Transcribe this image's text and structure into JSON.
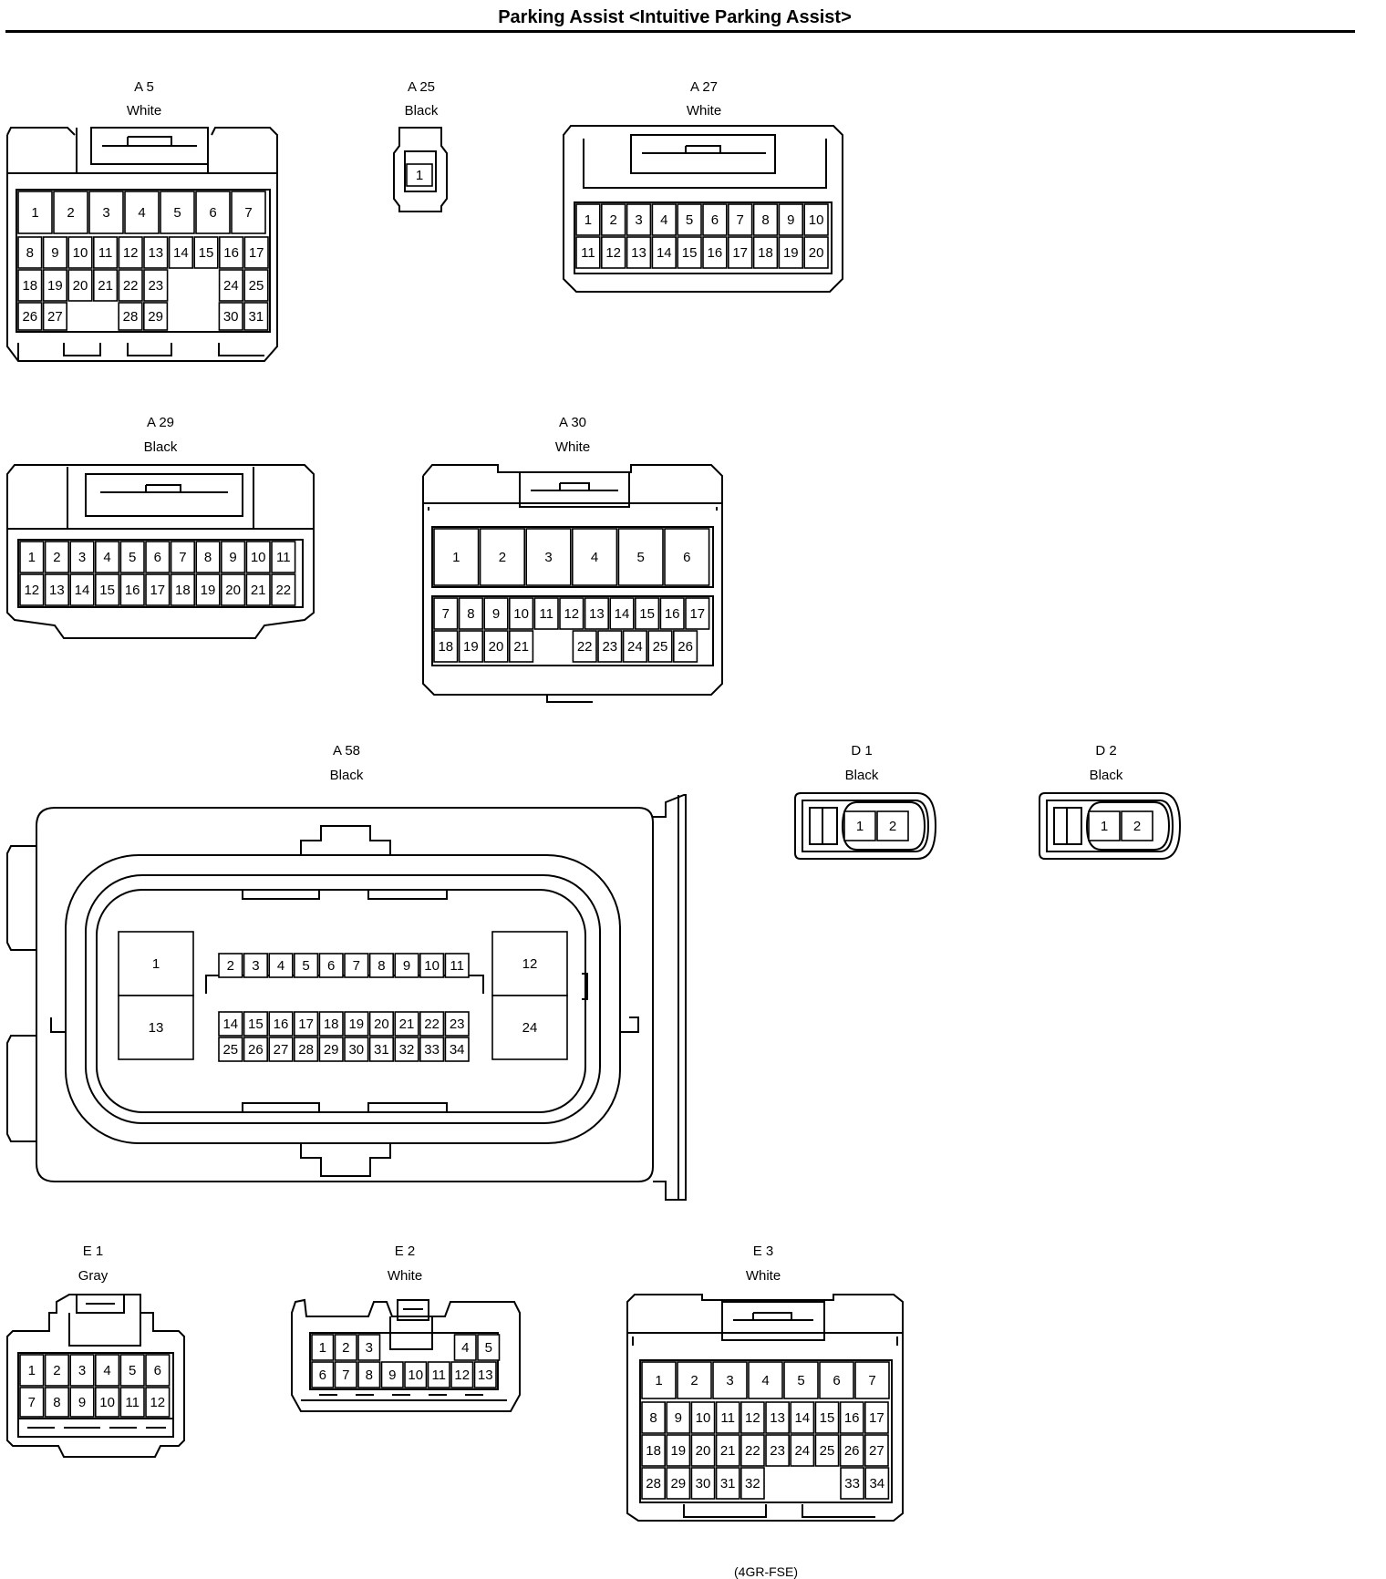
{
  "title": "Parking Assist <Intuitive Parking Assist>",
  "footnote": "(4GR-FSE)",
  "connectors": {
    "A5": {
      "name": "A 5",
      "color": "White"
    },
    "A25": {
      "name": "A 25",
      "color": "Black"
    },
    "A27": {
      "name": "A 27",
      "color": "White"
    },
    "A29": {
      "name": "A 29",
      "color": "Black"
    },
    "A30": {
      "name": "A 30",
      "color": "White"
    },
    "A58": {
      "name": "A 58",
      "color": "Black"
    },
    "D1": {
      "name": "D 1",
      "color": "Black"
    },
    "D2": {
      "name": "D 2",
      "color": "Black"
    },
    "E1": {
      "name": "E 1",
      "color": "Gray"
    },
    "E2": {
      "name": "E 2",
      "color": "White"
    },
    "E3": {
      "name": "E 3",
      "color": "White"
    }
  },
  "pins": {
    "A5": [
      [
        "1",
        "2",
        "3",
        "4",
        "5",
        "6",
        "7"
      ],
      [
        "8",
        "9",
        "10",
        "11",
        "12",
        "13",
        "14",
        "15",
        "16",
        "17"
      ],
      [
        "18",
        "19",
        "20",
        "21",
        "22",
        "23",
        "24",
        "25"
      ],
      [
        "26",
        "27",
        "28",
        "29",
        "30",
        "31"
      ]
    ],
    "A25": [
      [
        "1"
      ]
    ],
    "A27": [
      [
        "1",
        "2",
        "3",
        "4",
        "5",
        "6",
        "7",
        "8",
        "9",
        "10"
      ],
      [
        "11",
        "12",
        "13",
        "14",
        "15",
        "16",
        "17",
        "18",
        "19",
        "20"
      ]
    ],
    "A29": [
      [
        "1",
        "2",
        "3",
        "4",
        "5",
        "6",
        "7",
        "8",
        "9",
        "10",
        "11"
      ],
      [
        "12",
        "13",
        "14",
        "15",
        "16",
        "17",
        "18",
        "19",
        "20",
        "21",
        "22"
      ]
    ],
    "A30": [
      [
        "1",
        "2",
        "3",
        "4",
        "5",
        "6"
      ],
      [
        "7",
        "8",
        "9",
        "10",
        "11",
        "12",
        "13",
        "14",
        "15",
        "16",
        "17"
      ],
      [
        "18",
        "19",
        "20",
        "21",
        "22",
        "23",
        "24",
        "25",
        "26"
      ]
    ],
    "A58": [
      [
        "1",
        "13"
      ],
      [
        "2",
        "3",
        "4",
        "5",
        "6",
        "7",
        "8",
        "9",
        "10",
        "11"
      ],
      [
        "14",
        "15",
        "16",
        "17",
        "18",
        "19",
        "20",
        "21",
        "22",
        "23"
      ],
      [
        "25",
        "26",
        "27",
        "28",
        "29",
        "30",
        "31",
        "32",
        "33",
        "34"
      ],
      [
        "12",
        "24"
      ]
    ],
    "D1": [
      [
        "1",
        "2"
      ]
    ],
    "D2": [
      [
        "1",
        "2"
      ]
    ],
    "E1": [
      [
        "1",
        "2",
        "3",
        "4",
        "5",
        "6"
      ],
      [
        "7",
        "8",
        "9",
        "10",
        "11",
        "12"
      ]
    ],
    "E2": [
      [
        "1",
        "2",
        "3",
        "4",
        "5"
      ],
      [
        "6",
        "7",
        "8",
        "9",
        "10",
        "11",
        "12",
        "13"
      ]
    ],
    "E3": [
      [
        "1",
        "2",
        "3",
        "4",
        "5",
        "6",
        "7"
      ],
      [
        "8",
        "9",
        "10",
        "11",
        "12",
        "13",
        "14",
        "15",
        "16",
        "17"
      ],
      [
        "18",
        "19",
        "20",
        "21",
        "22",
        "23",
        "24",
        "25",
        "26",
        "27"
      ],
      [
        "28",
        "29",
        "30",
        "31",
        "32",
        "33",
        "34"
      ]
    ]
  }
}
